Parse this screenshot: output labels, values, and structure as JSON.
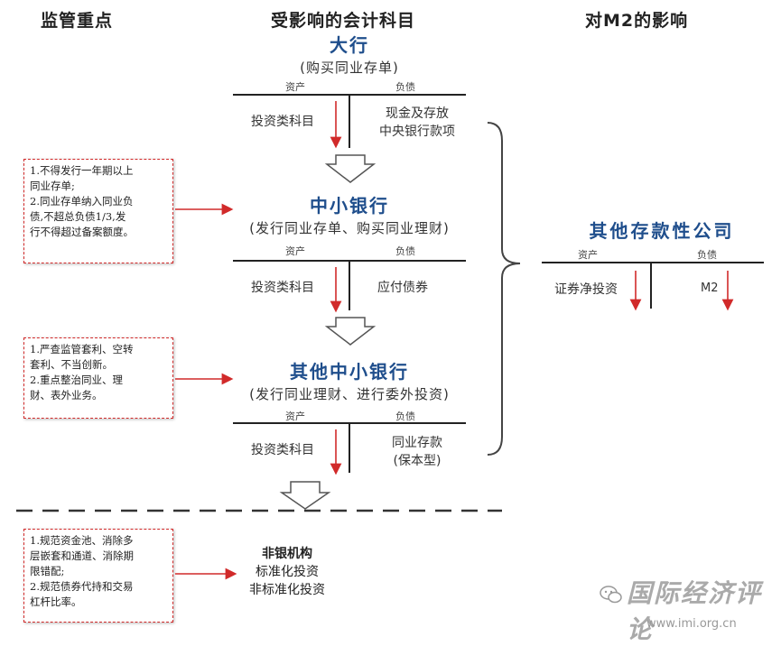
{
  "columns": {
    "col1": "监管重点",
    "col2": "受影响的会计科目",
    "col3": "对M2的影响"
  },
  "section1": {
    "title": "大行",
    "subtitle": "(购买同业存单)",
    "asset_label": "资产",
    "liability_label": "负债",
    "asset_item": "投资类科目",
    "liability_line1": "现金及存放",
    "liability_line2": "中央银行款项"
  },
  "section2": {
    "title": "中小银行",
    "subtitle": "(发行同业存单、购买同业理财)",
    "asset_label": "资产",
    "liability_label": "负债",
    "asset_item": "投资类科目",
    "liability_item": "应付债券"
  },
  "section3": {
    "title": "其他中小银行",
    "subtitle": "(发行同业理财、进行委外投资)",
    "asset_label": "资产",
    "liability_label": "负债",
    "asset_item": "投资类科目",
    "liability_line1": "同业存款",
    "liability_line2": "(保本型)"
  },
  "right_section": {
    "title": "其他存款性公司",
    "asset_label": "资产",
    "liability_label": "负债",
    "asset_item": "证券净投资",
    "liability_item": "M2"
  },
  "reg_box1": {
    "line1": "1.不得发行一年期以上",
    "line2": "同业存单;",
    "line3": "2.同业存单纳入同业负",
    "line4": "债,不超总负债1/3,发",
    "line5": "行不得超过备案额度。"
  },
  "reg_box2": {
    "line1": "1.严查监管套利、空转",
    "line2": "套利、不当创新。",
    "line3": "2.重点整治同业、理",
    "line4": "财、表外业务。"
  },
  "reg_box3": {
    "line1": "1.规范资金池、消除多",
    "line2": "层嵌套和通道、消除期",
    "line3": "限错配;",
    "line4": "2.规范债券代持和交易",
    "line5": "杠杆比率。"
  },
  "nonbank": {
    "title": "非银机构",
    "line1": "标准化投资",
    "line2": "非标准化投资"
  },
  "watermark": {
    "text": "国际经济评论",
    "url": "www.imi.org.cn"
  },
  "colors": {
    "title_blue": "#1f4e8c",
    "arrow_red": "#d12a2a",
    "box_border": "#d12a2a"
  }
}
